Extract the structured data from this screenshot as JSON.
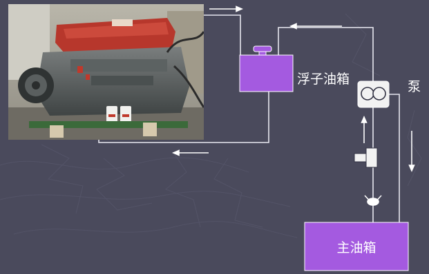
{
  "labels": {
    "float_tank": "浮子油箱",
    "pump": "泵",
    "main_tank": "主油箱"
  },
  "colors": {
    "background": "#4a4a5c",
    "tank_fill": "#a45ae0",
    "line": "#e8e8f0",
    "component_fill": "#f2f2f2"
  },
  "icons": {
    "pump": "pump-icon",
    "check_valve": "check-valve-icon",
    "filter": "filter-icon",
    "engine": "diesel-engine-photo"
  }
}
